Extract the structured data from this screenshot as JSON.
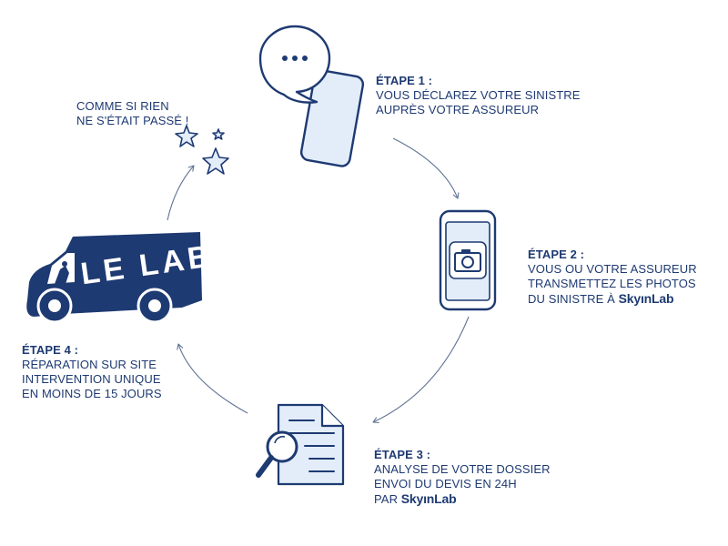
{
  "colors": {
    "navy": "#1e3a72",
    "light_blue": "#e3edfa",
    "arrow": "#5f7393"
  },
  "brand": "SkyınLab",
  "truck": {
    "label": "LE LAB"
  },
  "slogan": {
    "line1": "COMME SI RIEN",
    "line2": "NE S'ÉTAIT PASSÉ !"
  },
  "steps": [
    {
      "title": "ÉTAPE 1 :",
      "lines": [
        "VOUS DÉCLAREZ VOTRE SINISTRE",
        "AUPRÈS VOTRE ASSUREUR"
      ]
    },
    {
      "title": "ÉTAPE 2 :",
      "lines": [
        "VOUS OU VOTRE ASSUREUR",
        "TRANSMETTEZ LES PHOTOS",
        "DU SINISTRE À"
      ]
    },
    {
      "title": "ÉTAPE 3 :",
      "lines": [
        "ANALYSE DE VOTRE DOSSIER",
        "ENVOI DU DEVIS EN 24H",
        "PAR"
      ]
    },
    {
      "title": "ÉTAPE 4 :",
      "lines": [
        "RÉPARATION SUR SITE",
        "INTERVENTION UNIQUE",
        "EN MOINS DE 15 JOURS"
      ]
    }
  ],
  "icons": [
    "chat-bubble-icon",
    "smartphone-icon",
    "phone-camera-icon",
    "document-search-icon",
    "van-icon",
    "stars-icon"
  ]
}
